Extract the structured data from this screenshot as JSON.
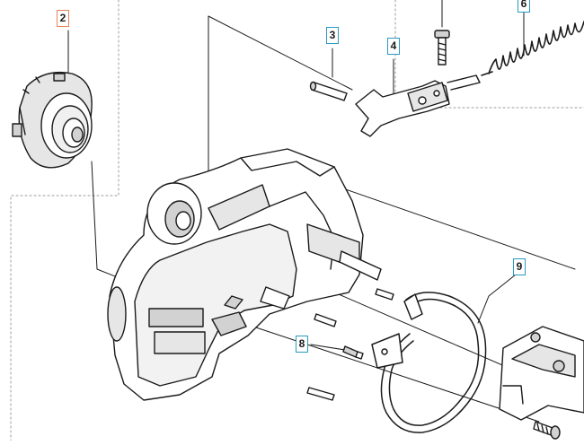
{
  "colors": {
    "callout_border": "#2a9bc0",
    "callout_border_alt": "#e3845a",
    "line": "#1a1a1a",
    "part_fill": "#ffffff",
    "part_shade": "#d2d2d2"
  },
  "callouts": [
    {
      "label": "2",
      "style": "alt"
    },
    {
      "label": "3",
      "style": "normal"
    },
    {
      "label": "4",
      "style": "normal"
    },
    {
      "label": "6",
      "style": "normal"
    },
    {
      "label": "8",
      "style": "normal"
    },
    {
      "label": "9",
      "style": "normal"
    }
  ]
}
